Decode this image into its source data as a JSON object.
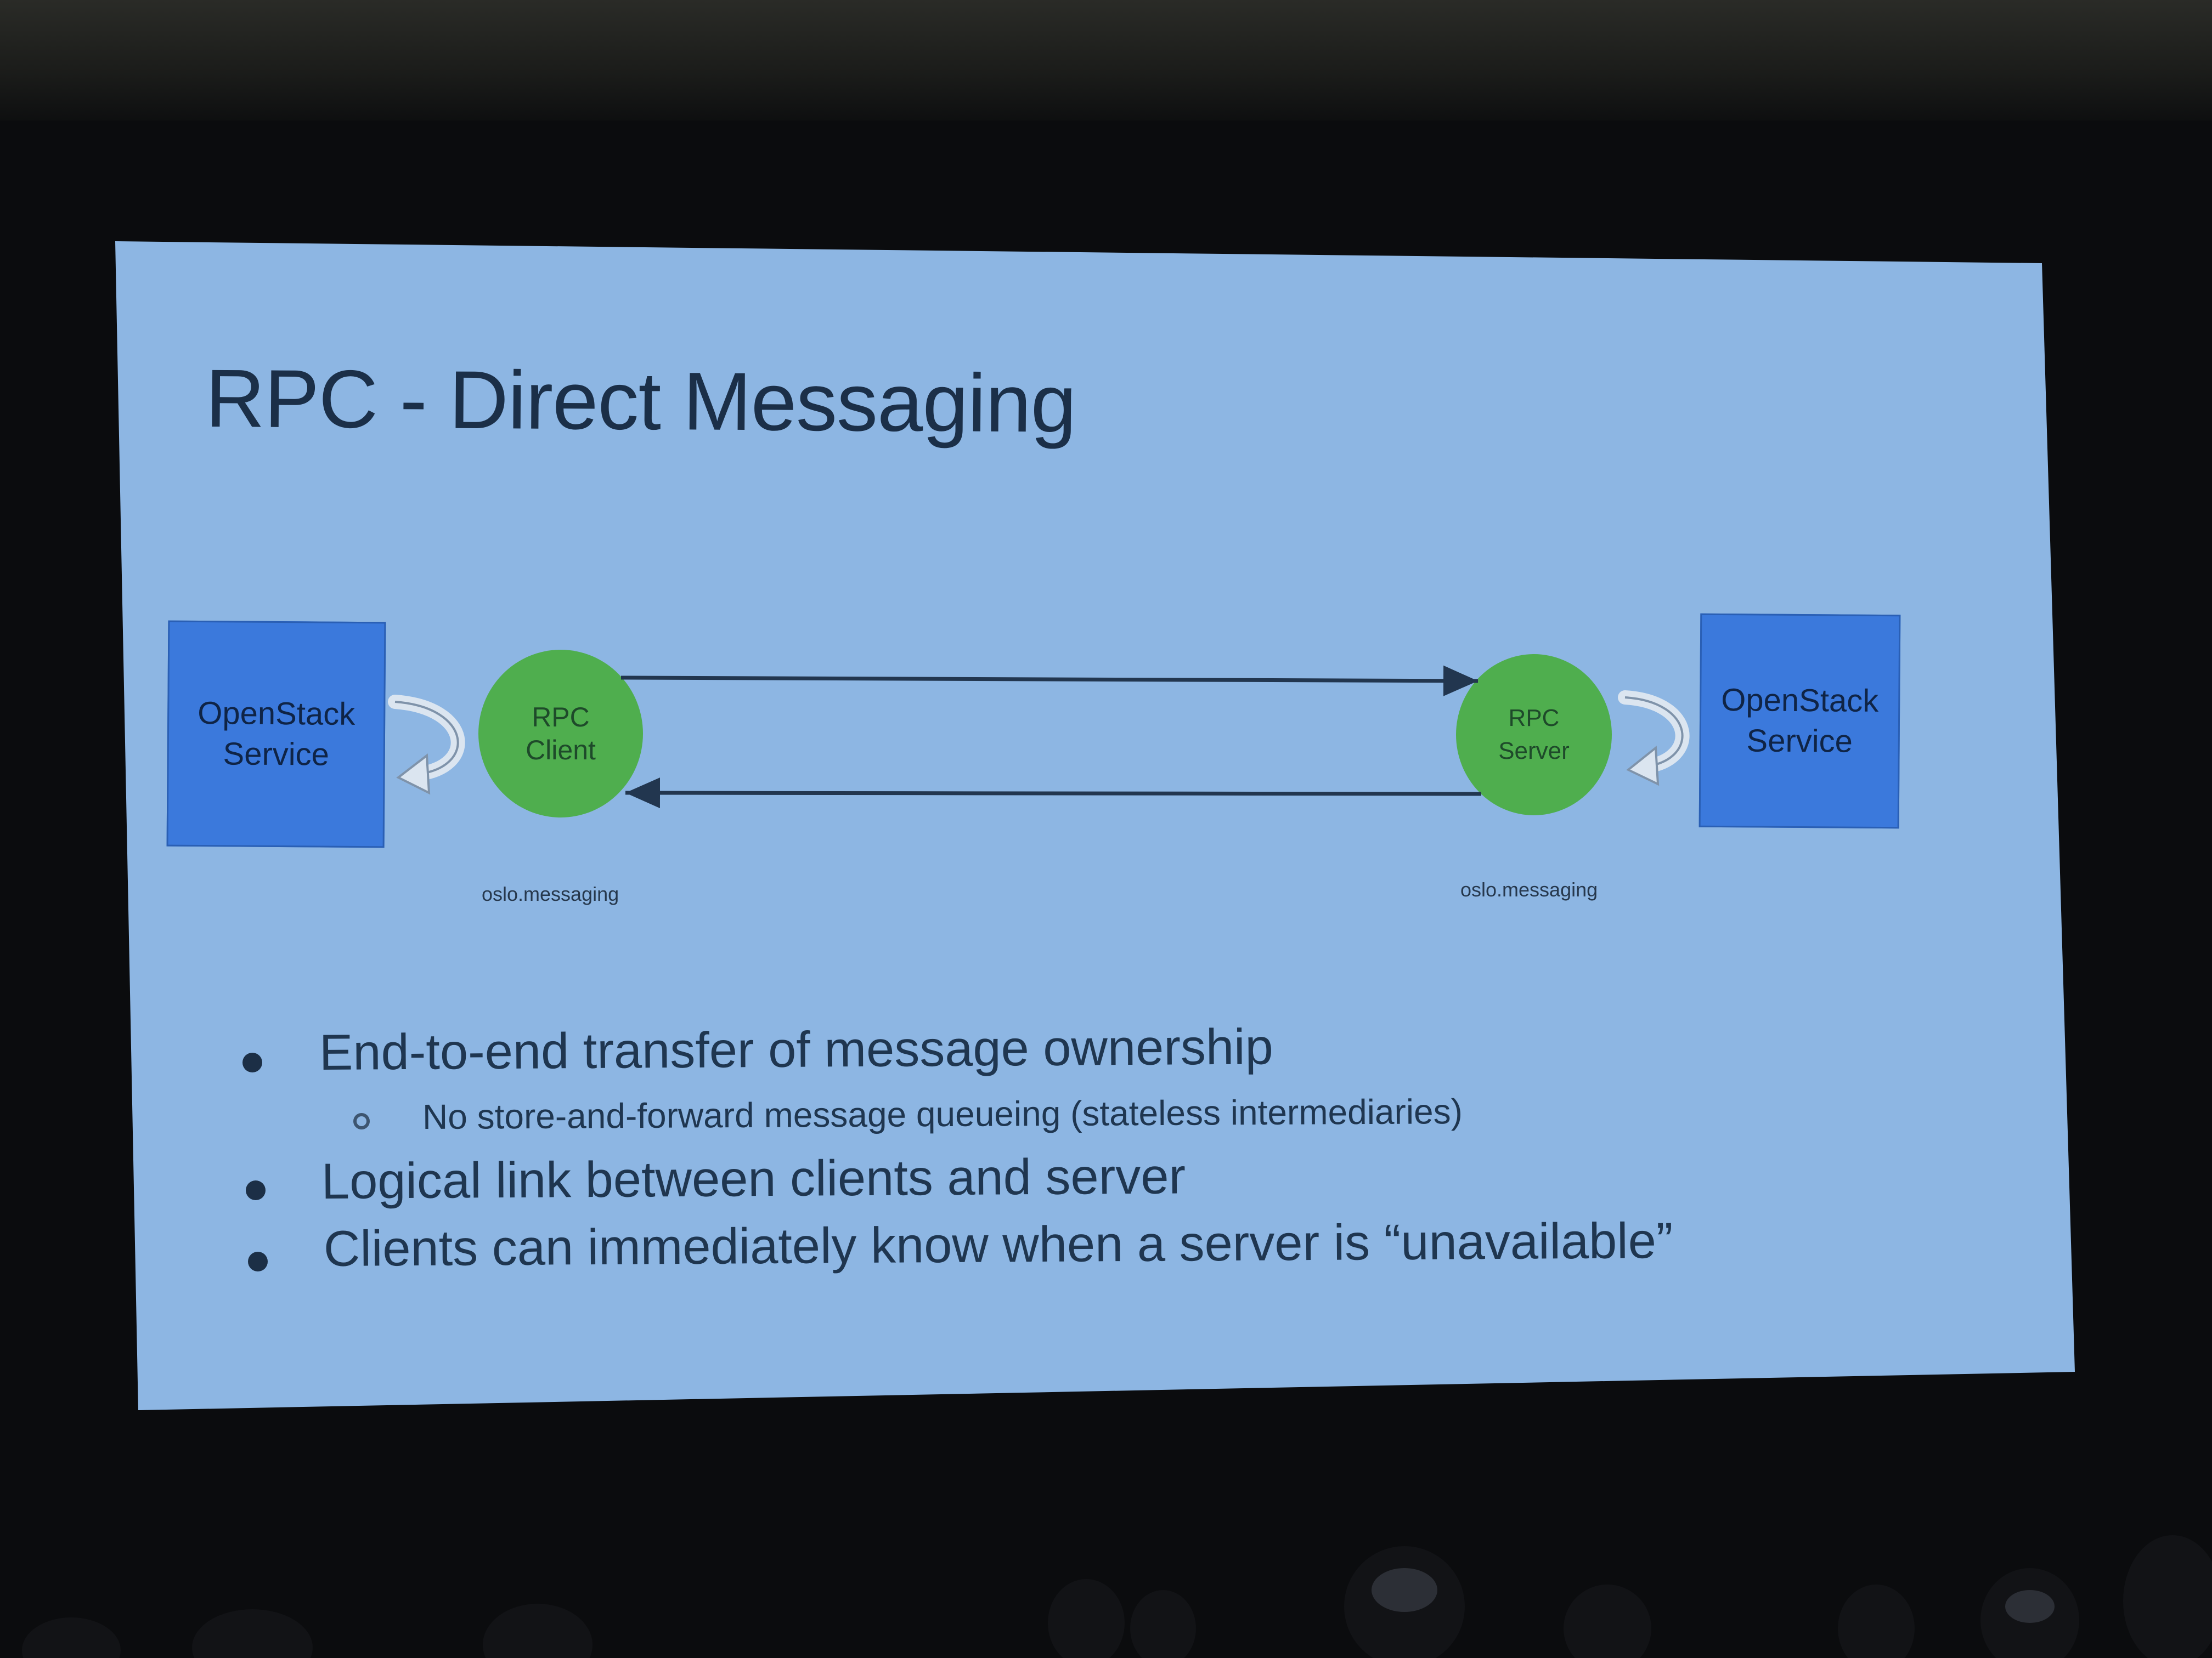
{
  "slide": {
    "title": "RPC - Direct Messaging",
    "diagram": {
      "left_service": "OpenStack Service",
      "right_service": "OpenStack Service",
      "rpc_client": "RPC Client",
      "rpc_server": "RPC Server",
      "left_library": "oslo.messaging",
      "right_library": "oslo.messaging"
    },
    "bullets": [
      "End-to-end transfer of message ownership",
      "No store-and-forward message queueing (stateless intermediaries)",
      "Logical link between clients and server",
      "Clients can immediately know when a server is “unavailable”"
    ]
  },
  "colors": {
    "slide_background": "#8db6e3",
    "service_box": "#3b79dc",
    "rpc_node": "#4fae4e",
    "text": "#1b2f48"
  }
}
